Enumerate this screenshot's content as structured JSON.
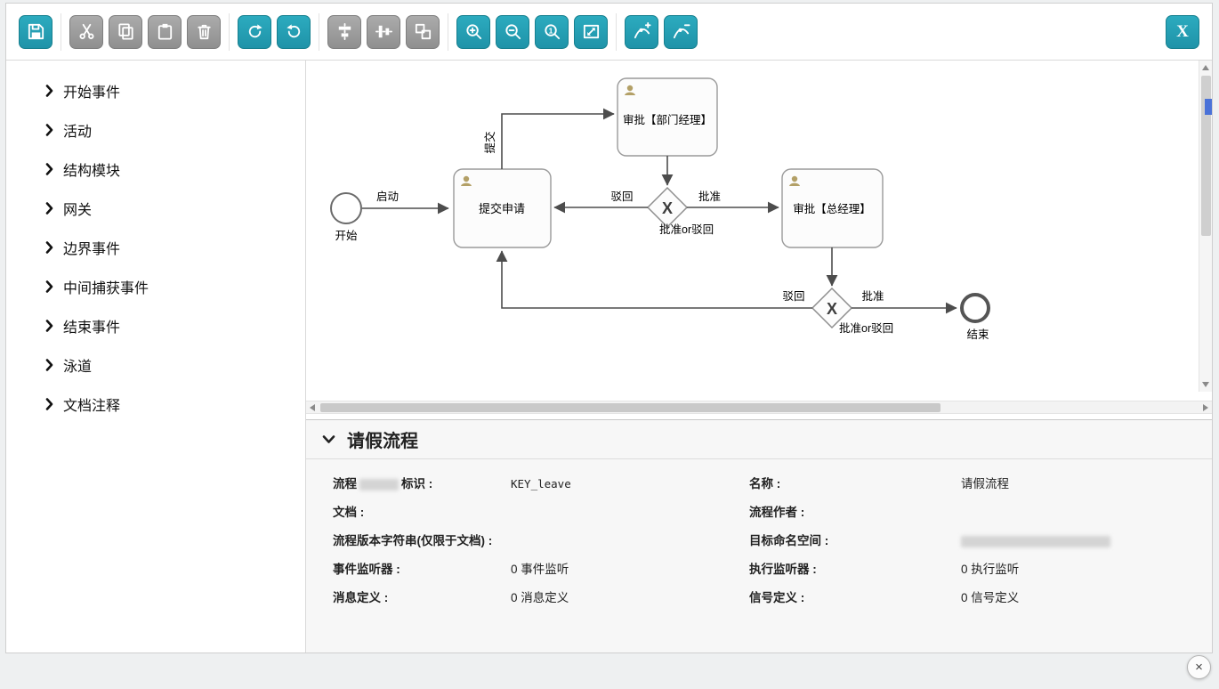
{
  "toolbar": {
    "close_label": "X",
    "buttons": [
      {
        "name": "save",
        "enabled": true
      },
      {
        "name": "cut",
        "enabled": false
      },
      {
        "name": "copy",
        "enabled": false
      },
      {
        "name": "paste",
        "enabled": false
      },
      {
        "name": "delete",
        "enabled": false
      },
      {
        "name": "redo",
        "enabled": true
      },
      {
        "name": "undo",
        "enabled": true
      },
      {
        "name": "align-vertical",
        "enabled": false
      },
      {
        "name": "align-horizontal",
        "enabled": false
      },
      {
        "name": "same-size",
        "enabled": false
      },
      {
        "name": "zoom-in",
        "enabled": true
      },
      {
        "name": "zoom-out",
        "enabled": true
      },
      {
        "name": "zoom-actual",
        "enabled": true
      },
      {
        "name": "zoom-fit",
        "enabled": true
      },
      {
        "name": "add-bendpoint",
        "enabled": true
      },
      {
        "name": "remove-bendpoint",
        "enabled": true
      }
    ]
  },
  "sidebar": {
    "items": [
      {
        "label": "开始事件"
      },
      {
        "label": "活动"
      },
      {
        "label": "结构模块"
      },
      {
        "label": "网关"
      },
      {
        "label": "边界事件"
      },
      {
        "label": "中间捕获事件"
      },
      {
        "label": "结束事件"
      },
      {
        "label": "泳道"
      },
      {
        "label": "文档注释"
      }
    ]
  },
  "diagram": {
    "start": {
      "label": "开始"
    },
    "end": {
      "label": "结束"
    },
    "tasks": [
      {
        "label": "提交申请"
      },
      {
        "label": "审批【部门经理】"
      },
      {
        "label": "审批【总经理】"
      }
    ],
    "gateways": [
      {
        "label": "批准or驳回",
        "symbol": "X"
      },
      {
        "label": "批准or驳回",
        "symbol": "X"
      }
    ],
    "edges": {
      "launch": "启动",
      "submit": "提交",
      "reject1": "驳回",
      "approve1": "批准",
      "reject2": "驳回",
      "approve2": "批准"
    }
  },
  "properties": {
    "title": "请假流程",
    "left": [
      {
        "label_prefix": "流程",
        "label_suffix": "标识 :",
        "value": "KEY_leave"
      },
      {
        "label": "文档 :",
        "value": ""
      },
      {
        "label": "流程版本字符串(仅限于文档) :",
        "value": ""
      },
      {
        "label": "事件监听器 :",
        "value": "0 事件监听"
      },
      {
        "label": "消息定义 :",
        "value": "0 消息定义"
      }
    ],
    "right": [
      {
        "label": "名称 :",
        "value": "请假流程"
      },
      {
        "label": "流程作者 :",
        "value": ""
      },
      {
        "label": "目标命名空间 :",
        "value": ""
      },
      {
        "label": "执行监听器 :",
        "value": "0 执行监听"
      },
      {
        "label": "信号定义 :",
        "value": "0 信号定义"
      }
    ]
  },
  "page": {
    "close_fab": "×"
  }
}
